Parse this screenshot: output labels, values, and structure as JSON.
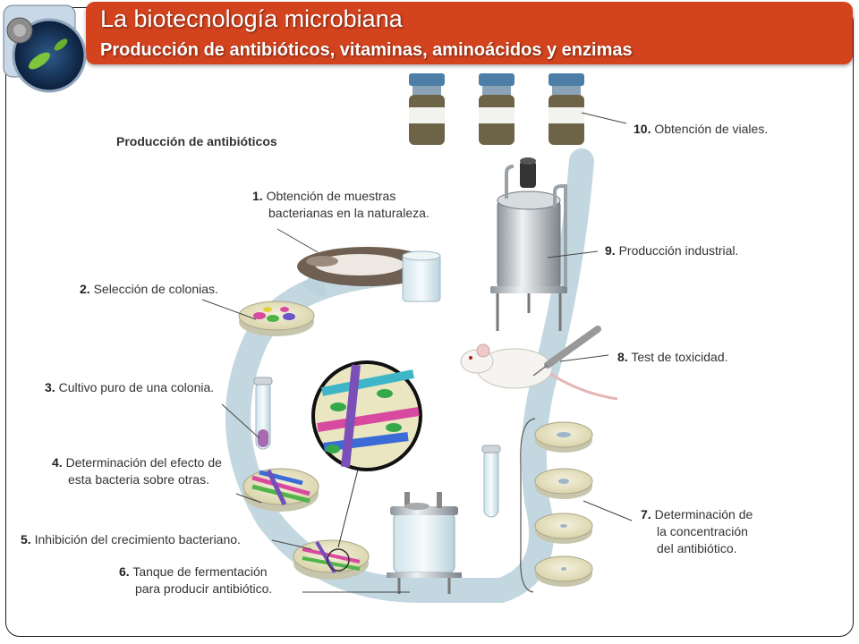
{
  "header": {
    "title": "La biotecnología microbiana",
    "subtitle": "Producción de antibióticos, vitaminas, aminoácidos y enzimas"
  },
  "section_title": "Producción de antibióticos",
  "steps": [
    {
      "num": "1.",
      "line1": "Obtención de muestras",
      "line2": "bacterianas en la naturaleza."
    },
    {
      "num": "2.",
      "line1": "Selección de colonias.",
      "line2": ""
    },
    {
      "num": "3.",
      "line1": "Cultivo puro de una colonia.",
      "line2": ""
    },
    {
      "num": "4.",
      "line1": "Determinación del efecto de",
      "line2": "esta bacteria sobre otras."
    },
    {
      "num": "5.",
      "line1": "Inhibición del crecimiento bacteriano.",
      "line2": ""
    },
    {
      "num": "6.",
      "line1": "Tanque de fermentación",
      "line2": "para producir antibiótico."
    },
    {
      "num": "7.",
      "line1": "Determinación de",
      "line2": "la concentración",
      "line3": "del antibiótico."
    },
    {
      "num": "8.",
      "line1": "Test de toxicidad.",
      "line2": ""
    },
    {
      "num": "9.",
      "line1": "Producción industrial.",
      "line2": ""
    },
    {
      "num": "10.",
      "line1": "Obtención de viales.",
      "line2": ""
    }
  ],
  "colors": {
    "header": "#d2431e",
    "flow_arrow": "#bcd3dd"
  }
}
